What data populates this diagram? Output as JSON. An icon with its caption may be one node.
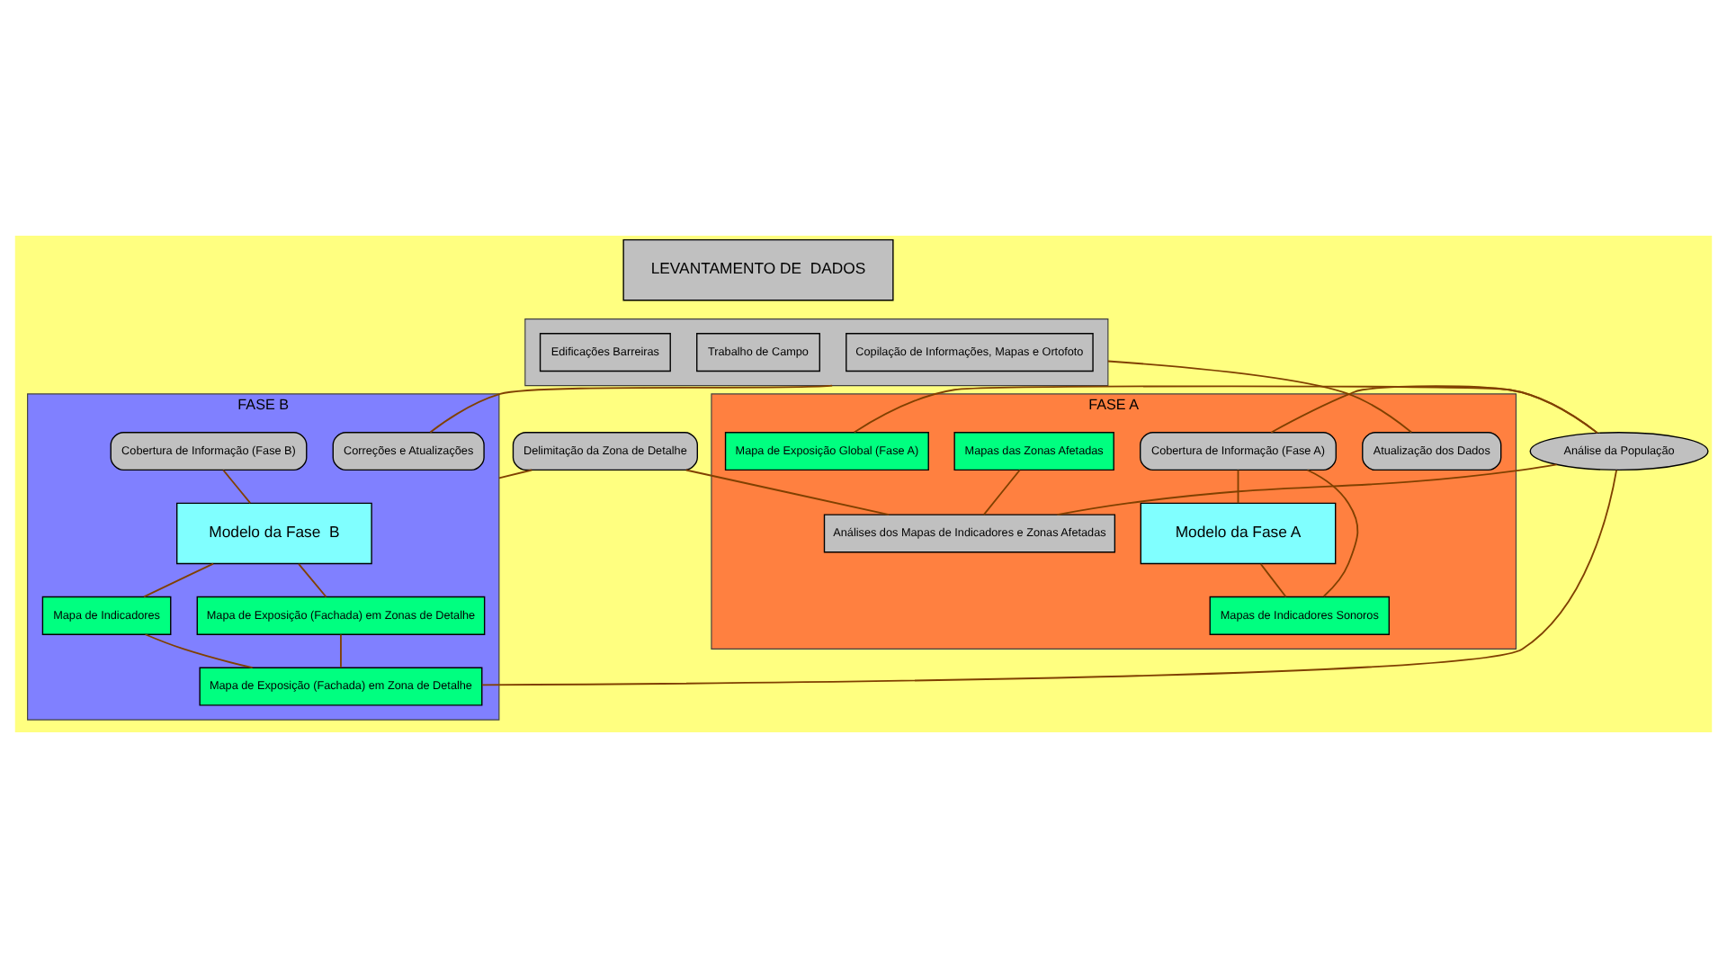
{
  "diagram": {
    "nodes": [
      {
        "text": [
          "LEVANTAMENTO DE  DADOS"
        ]
      },
      {
        "text": [],
        "shape": "box"
      },
      {
        "text": [
          "Copilação de Informações, Mapas e Ortofoto"
        ],
        "in": 1
      },
      {
        "text": [
          "Trabalho de Campo"
        ],
        "in": 1
      },
      {
        "text": [
          "Edificações Barreiras"
        ],
        "in": 1
      },
      {
        "text": [
          "FASE A"
        ]
      },
      {
        "text": [
          "Atualização dos Dados"
        ],
        "in": 5
      },
      {
        "text": [
          "Cobertura de Informação (Fase A)"
        ],
        "in": 5
      },
      {
        "text": [
          "Modelo da Fase A"
        ],
        "in": 5
      },
      {
        "text": [
          "Mapas de Indicadores Sonoros"
        ],
        "in": 5
      },
      {
        "text": [
          "Mapas das Zonas Afetadas"
        ],
        "in": 5
      },
      {
        "text": [
          "Análises dos Mapas de Indicadores e Zonas Afetadas"
        ],
        "in": 5
      },
      {
        "text": [
          "Mapa de Exposição Global (Fase A)"
        ],
        "in": 5
      },
      {
        "text": [
          "Delimitação da Zona de Detalhe"
        ]
      },
      {
        "text": [
          "Análise da População"
        ]
      },
      {
        "text": [
          "FASE B"
        ]
      },
      {
        "text": [
          "Correções e Atualizações"
        ],
        "in": 15
      },
      {
        "text": [
          "Cobertura de Informação (Fase B)"
        ],
        "in": 15
      },
      {
        "text": [
          "Modelo da Fase  B"
        ],
        "in": 15
      },
      {
        "text": [
          "Mapa de Indicadores"
        ],
        "in": 15
      },
      {
        "text": [
          "Mapa de Exposição (Fachada) em Zonas de Detalhe"
        ],
        "in": 15
      },
      {
        "text": [
          "Mapa de Exposição (Fachada) em Zona de Detalhe"
        ],
        "in": 15
      }
    ],
    "edges": [
      {
        "from": 1,
        "to": 6,
        "arrow": "none"
      },
      {
        "from": 1,
        "to": 16,
        "arrow": "none"
      },
      {
        "from": 7,
        "to": 8,
        "arrow": "none"
      },
      {
        "from": 7,
        "to": 9,
        "arrow": "none"
      },
      {
        "from": 8,
        "to": 9,
        "arrow": "none"
      },
      {
        "from": 14,
        "to": 7,
        "arrow": "none"
      },
      {
        "from": 13,
        "to": 15,
        "arrow": "none"
      },
      {
        "from": 13,
        "to": 11,
        "arrow": "none"
      },
      {
        "from": 10,
        "to": 11,
        "arrow": "none"
      },
      {
        "from": 14,
        "to": 11,
        "arrow": "none"
      },
      {
        "from": 14,
        "to": 12,
        "arrow": "none"
      },
      {
        "from": 17,
        "to": 18,
        "arrow": "none"
      },
      {
        "from": 18,
        "to": 19,
        "arrow": "none"
      },
      {
        "from": 18,
        "to": 20,
        "arrow": "none"
      },
      {
        "from": 19,
        "to": 21,
        "arrow": "none"
      },
      {
        "from": 14,
        "to": 21,
        "arrow": "none"
      },
      {
        "from": 20,
        "to": 21,
        "arrow": "none"
      }
    ]
  }
}
